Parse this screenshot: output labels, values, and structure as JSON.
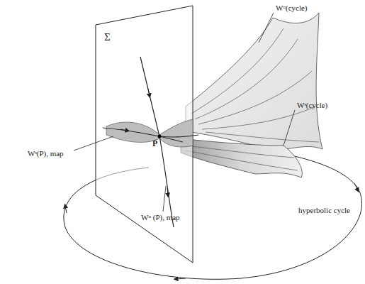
{
  "diagram": {
    "labels": [
      "Σ",
      "Wᵘ(cycle)",
      "Wˢ(cycle)",
      "Wˢ(P), map",
      "P",
      "Wᵘ (P), map",
      "hyperbolic cycle"
    ]
  }
}
